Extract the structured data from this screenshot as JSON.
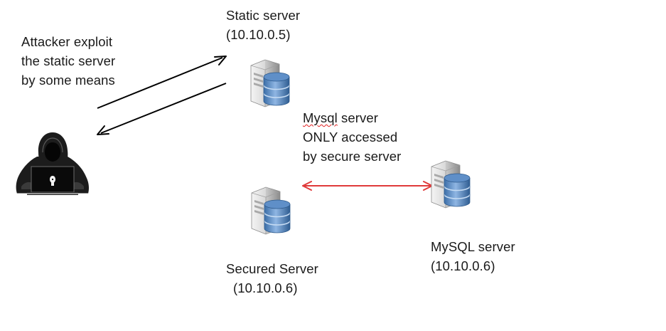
{
  "nodes": {
    "attacker": {
      "lines": [
        "Attacker exploit",
        "the static server",
        "by some means"
      ]
    },
    "static_server": {
      "name": "Static server",
      "ip": "(10.10.0.5)"
    },
    "secured_server": {
      "name": "Secured Server",
      "ip": "(10.10.0.6)"
    },
    "mysql_server": {
      "name": "MySQL server",
      "ip": "(10.10.0.6)"
    }
  },
  "note": {
    "word": "Mysql",
    "line1_rest": " server",
    "line2": "ONLY accessed",
    "line3": "by secure server"
  },
  "colors": {
    "arrow_black": "#000000",
    "arrow_red": "#e03a3a",
    "server_body": "#d9d9d9",
    "database": "#4f81bd",
    "spellcheck": "#e02020"
  },
  "icons": {
    "attacker": "hooded-hacker-laptop-icon",
    "server": "server-database-icon"
  }
}
